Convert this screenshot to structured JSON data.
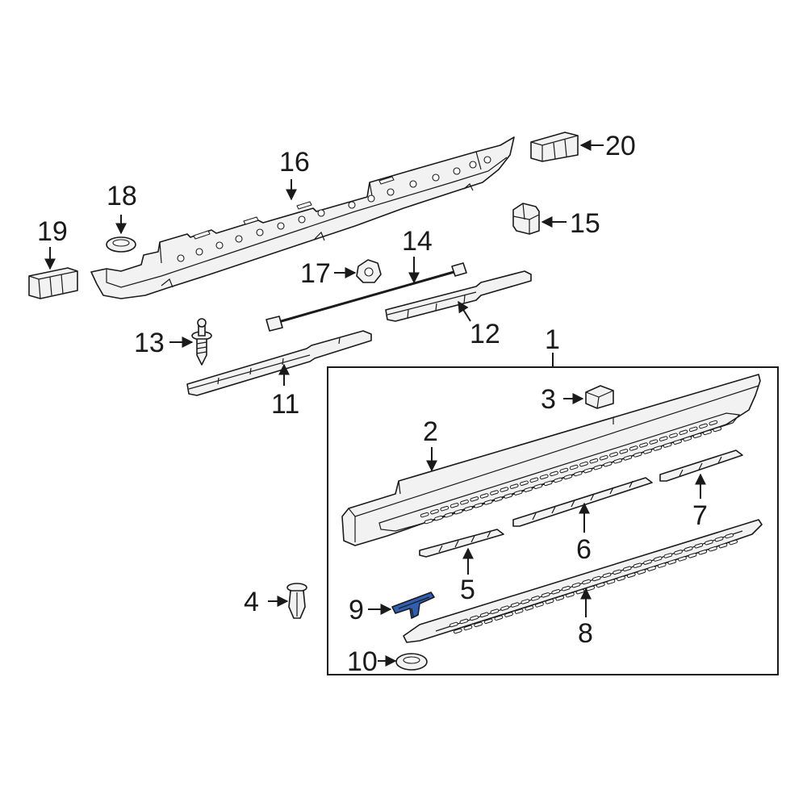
{
  "diagram": {
    "highlight_color": "#2f5fb3",
    "line_color": "#1a1a1a",
    "highlighted_callout": "9",
    "callouts": {
      "c1": "1",
      "c2": "2",
      "c3": "3",
      "c4": "4",
      "c5": "5",
      "c6": "6",
      "c7": "7",
      "c8": "8",
      "c9": "9",
      "c10": "10",
      "c11": "11",
      "c12": "12",
      "c13": "13",
      "c14": "14",
      "c15": "15",
      "c16": "16",
      "c17": "17",
      "c18": "18",
      "c19": "19",
      "c20": "20"
    }
  }
}
